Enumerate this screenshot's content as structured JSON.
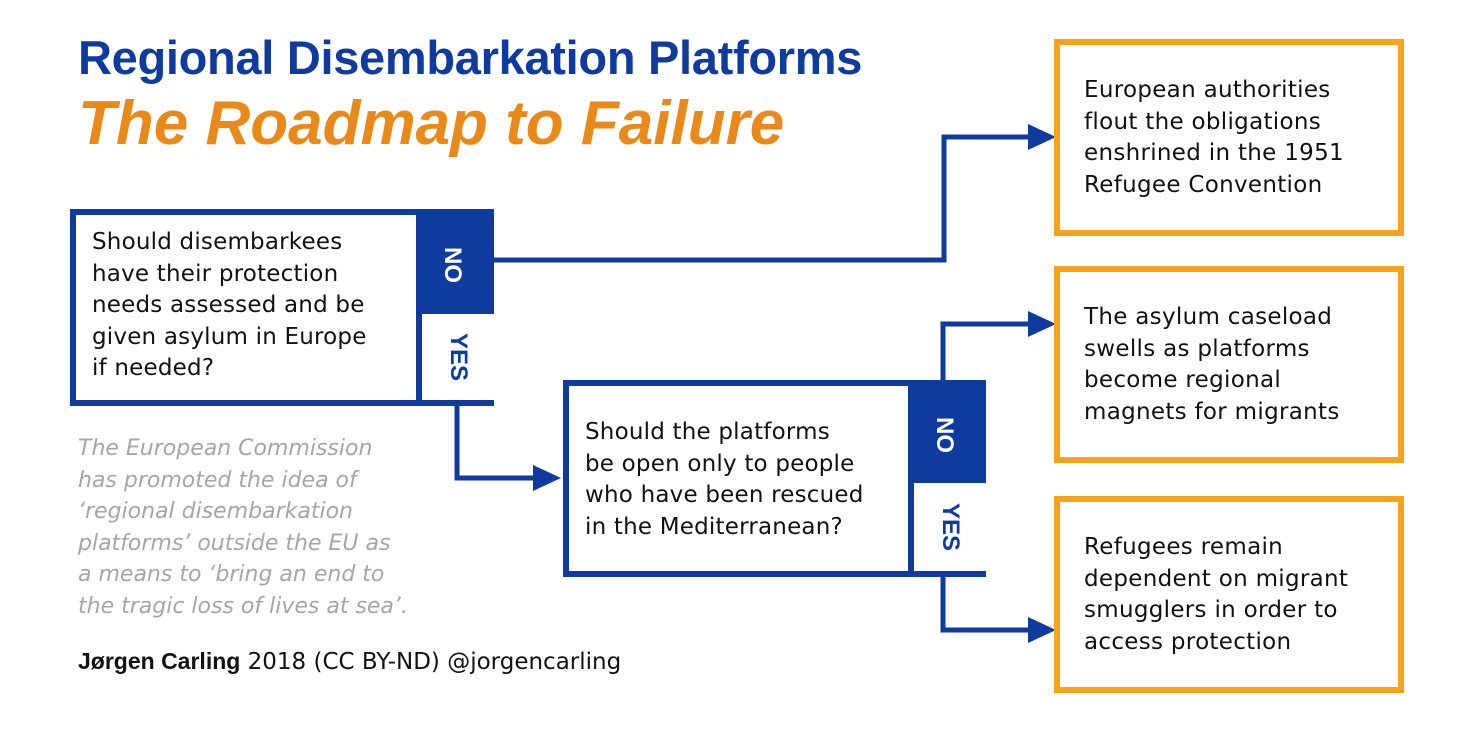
{
  "title": "Regional Disembarkation Platforms",
  "subtitle": "The Roadmap to Failure",
  "question1": {
    "lines": [
      "Should disembarkees",
      "have their protection",
      "needs assessed and be",
      "given asylum in Europe",
      "if needed?"
    ],
    "no_label": "NO",
    "yes_label": "YES"
  },
  "question2": {
    "lines": [
      "Should the platforms",
      "be open only to people",
      "who have been rescued",
      "in the Mediterranean?"
    ],
    "no_label": "NO",
    "yes_label": "YES"
  },
  "outcomes": [
    {
      "lines": [
        "European authorities",
        "flout the obligations",
        "enshrined in the 1951",
        "Refugee Convention"
      ]
    },
    {
      "lines": [
        "The asylum caseload",
        "swells as platforms",
        "become regional",
        "magnets for migrants"
      ]
    },
    {
      "lines": [
        "Refugees remain",
        "dependent on migrant",
        "smugglers in order to",
        "access protection"
      ]
    }
  ],
  "note": {
    "lines": [
      "The European Commission",
      "has promoted the idea of",
      "‘regional disembarkation",
      "platforms’ outside the EU as",
      "a means to ‘bring an end to",
      "the tragic loss of lives at sea’."
    ]
  },
  "credit": {
    "author": "Jørgen Carling",
    "rest": " 2018 (CC BY-ND) @jorgencarling"
  },
  "colors": {
    "blue": "#0f3a9e",
    "orange": "#e8891a",
    "outcome_border": "#f6a31b",
    "note_gray": "#a6a6a6"
  }
}
